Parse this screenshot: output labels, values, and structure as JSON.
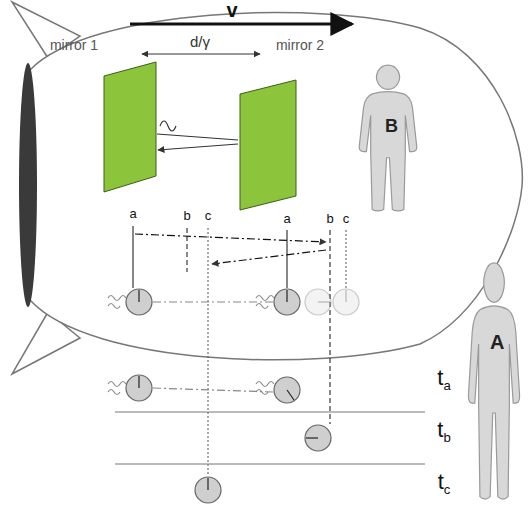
{
  "diagram": {
    "nodes": [
      {
        "text": [
          "B"
        ]
      },
      {
        "text": [
          "A"
        ]
      }
    ],
    "labels": [
      "v",
      "d/γ",
      "mirror 1",
      "mirror 2",
      "a",
      "b",
      "c",
      "a",
      "b",
      "c",
      "ta",
      "tb",
      "tc"
    ]
  }
}
